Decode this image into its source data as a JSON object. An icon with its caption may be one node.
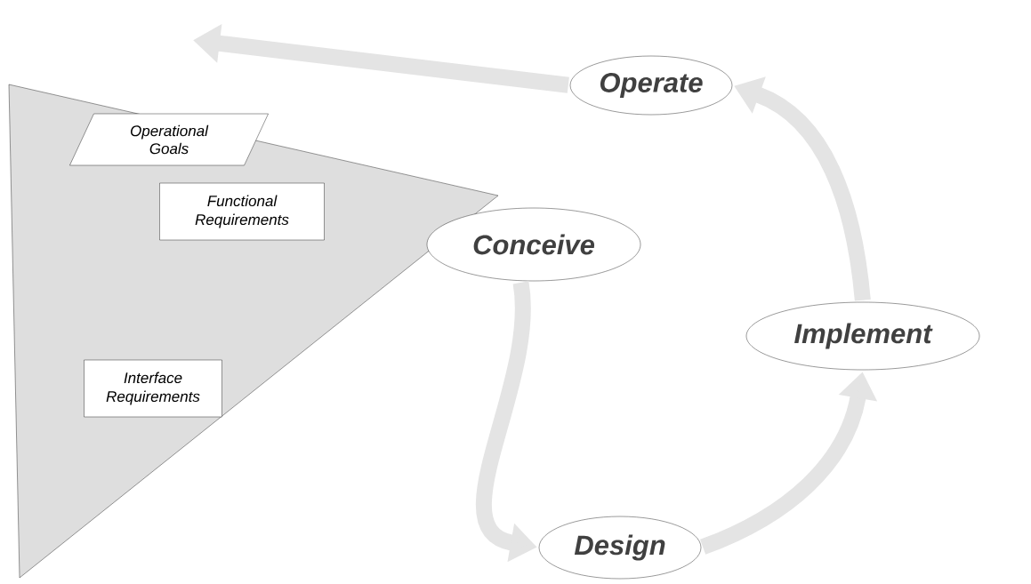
{
  "diagram": {
    "nodes": [
      {
        "text": [],
        "shape": "triangle"
      },
      {
        "text": [
          "Operational Goals"
        ],
        "in": 0
      },
      {
        "text": [
          "Functional Requirements"
        ],
        "in": 0
      },
      {
        "text": [
          "Interface Requirements"
        ],
        "in": 0
      },
      {
        "text": [
          "Conceive"
        ]
      },
      {
        "text": [
          "Design"
        ]
      },
      {
        "text": [
          "Implement"
        ]
      },
      {
        "text": [
          "Operate"
        ]
      }
    ],
    "edges": [
      {
        "from": 4,
        "to": 5,
        "arrow": "to"
      },
      {
        "from": 5,
        "to": 6,
        "arrow": "to"
      },
      {
        "from": 6,
        "to": 7,
        "arrow": "to"
      },
      {
        "from": 7,
        "to": null,
        "arrow": "to"
      }
    ]
  }
}
